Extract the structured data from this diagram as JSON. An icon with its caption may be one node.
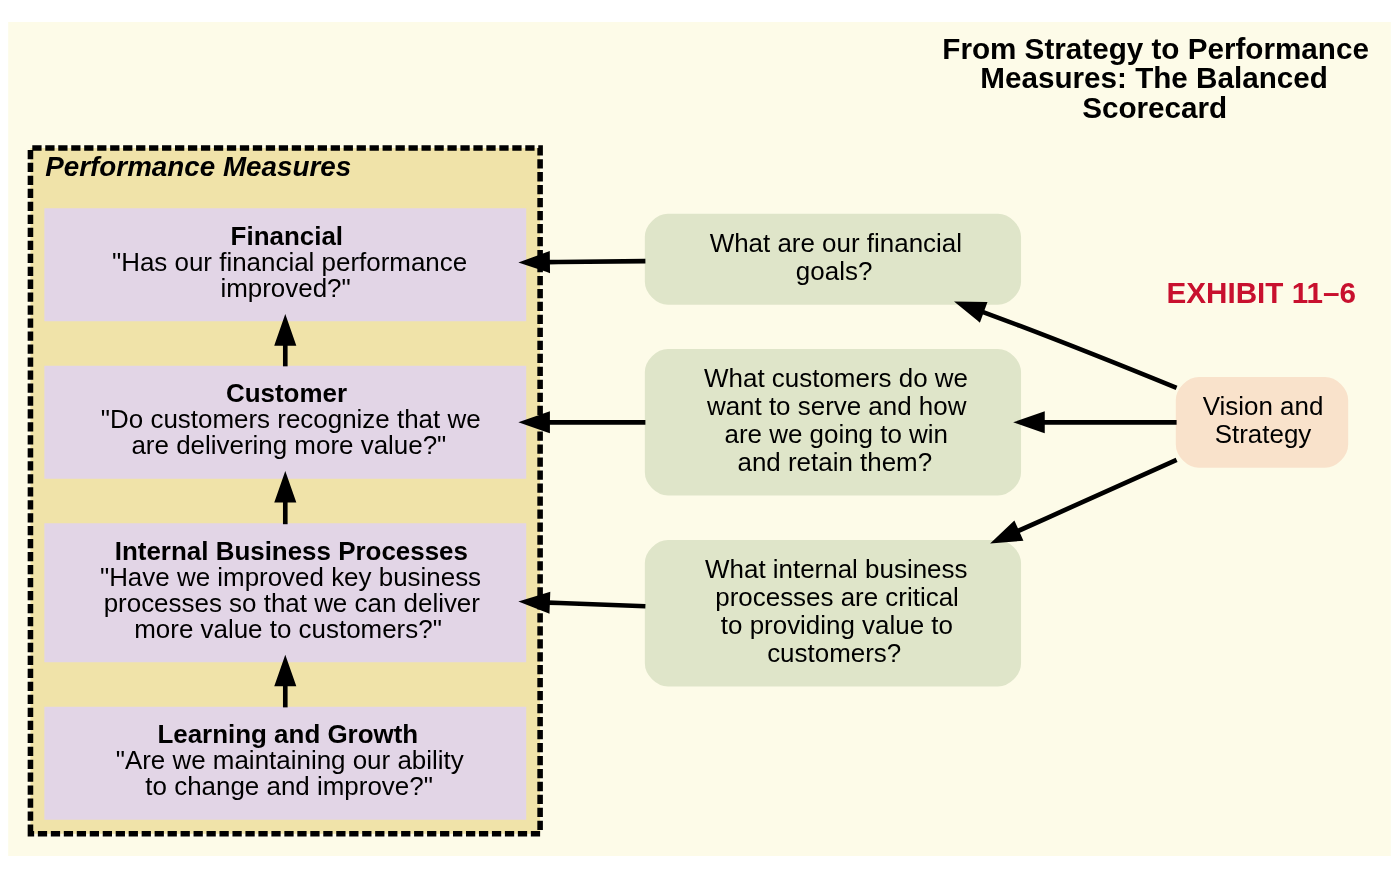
{
  "diagram": {
    "title": "From Strategy to Performance Measures: The Balanced Scorecard",
    "nodes": [
      {
        "text": [
          "Performance Measures"
        ]
      },
      {
        "text": [
          "Financial",
          "\"Has our financial performance improved?\""
        ],
        "in": 0
      },
      {
        "text": [
          "Customer",
          "\"Do customers recognize that we are delivering more value?\""
        ],
        "in": 0
      },
      {
        "text": [
          "Internal Business Processes",
          "\"Have we improved key business processes so that we can deliver more value to customers?\""
        ],
        "in": 0
      },
      {
        "text": [
          "Learning and Growth",
          "\"Are we maintaining our ability to change and improve?\""
        ],
        "in": 0
      },
      {
        "text": [
          "What are our financial goals?"
        ]
      },
      {
        "text": [
          "What customers do we want to serve and how are we going to win and retain them?"
        ]
      },
      {
        "text": [
          "What internal business processes are critical to providing value to customers?"
        ]
      },
      {
        "text": [
          "Vision and Strategy"
        ]
      }
    ],
    "edges": [
      {
        "from": 8,
        "to": 5,
        "arrow": "to"
      },
      {
        "from": 8,
        "to": 6,
        "arrow": "to"
      },
      {
        "from": 8,
        "to": 7,
        "arrow": "to"
      },
      {
        "from": 5,
        "to": 1,
        "arrow": "to"
      },
      {
        "from": 6,
        "to": 2,
        "arrow": "to"
      },
      {
        "from": 7,
        "to": 3,
        "arrow": "to"
      },
      {
        "from": 2,
        "to": 1,
        "arrow": "to"
      },
      {
        "from": 3,
        "to": 2,
        "arrow": "to"
      },
      {
        "from": 4,
        "to": 3,
        "arrow": "to"
      }
    ],
    "labels": [
      "EXHIBIT 11–6"
    ]
  }
}
